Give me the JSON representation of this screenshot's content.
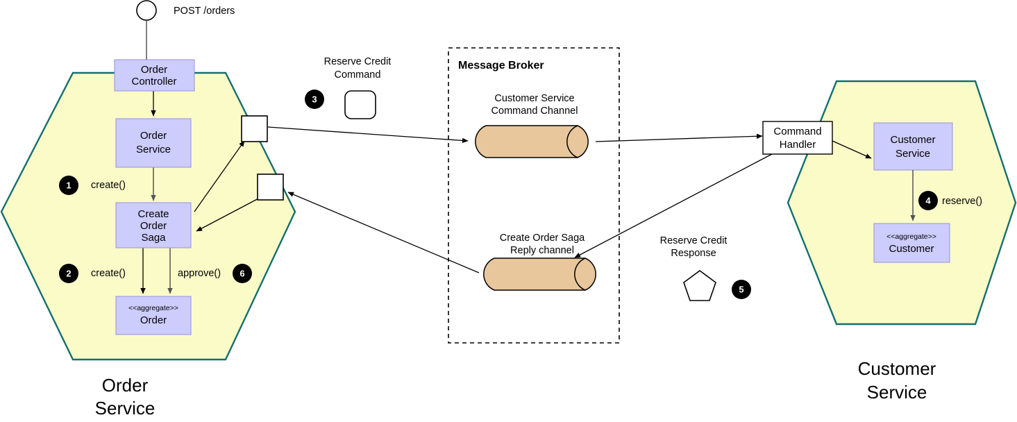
{
  "diagram": {
    "title": "Saga orchestration: Order Service and Customer Service via Message Broker",
    "colors": {
      "hexagon_fill": "#fbfbc8",
      "hexagon_stroke": "#136f6f",
      "component_fill": "#ccccfd",
      "channel_fill": "#e8c79c",
      "badge_fill": "#000000",
      "line": "#000000"
    }
  },
  "entrypoint": {
    "icon": "circle-endpoint-icon",
    "label": "POST /orders"
  },
  "order_service": {
    "hex_label_line1": "Order",
    "hex_label_line2": "Service",
    "components": [
      {
        "name": "order-controller",
        "line1": "Order",
        "line2": "Controller",
        "stereotype": ""
      },
      {
        "name": "order-service",
        "line1": "Order",
        "line2": "Service",
        "stereotype": ""
      },
      {
        "name": "create-order-saga",
        "line1": "Create",
        "line2": "Order",
        "line3": "Saga",
        "stereotype": ""
      },
      {
        "name": "order-aggregate",
        "line1": "Order",
        "stereotype": "<<aggregate>>"
      }
    ],
    "calls": [
      {
        "badge": "1",
        "label": "create()"
      },
      {
        "badge": "2",
        "label": "create()"
      },
      {
        "badge": "6",
        "label": "approve()"
      }
    ],
    "ports": [
      {
        "name": "outbound-command-port"
      },
      {
        "name": "inbound-reply-port"
      }
    ]
  },
  "message_broker": {
    "title": "Message Broker",
    "channels": [
      {
        "name": "customer-service-command-channel",
        "line1": "Customer Service",
        "line2": "Command Channel"
      },
      {
        "name": "create-order-saga-reply-channel",
        "line1": "Create Order Saga",
        "line2": "Reply channel"
      }
    ]
  },
  "messages": [
    {
      "name": "reserve-credit-command",
      "line1": "Reserve Credit",
      "line2": "Command",
      "badge": "3",
      "shape": "rounded-rect"
    },
    {
      "name": "reserve-credit-response",
      "line1": "Reserve Credit",
      "line2": "Response",
      "badge": "5",
      "shape": "pentagon"
    }
  ],
  "customer_service": {
    "hex_label_line1": "Customer",
    "hex_label_line2": "Service",
    "command_handler": {
      "line1": "Command",
      "line2": "Handler"
    },
    "components": [
      {
        "name": "customer-service",
        "line1": "Customer",
        "line2": "Service",
        "stereotype": ""
      },
      {
        "name": "customer-aggregate",
        "line1": "Customer",
        "stereotype": "<<aggregate>>"
      }
    ],
    "calls": [
      {
        "badge": "4",
        "label": "reserve()"
      }
    ]
  }
}
